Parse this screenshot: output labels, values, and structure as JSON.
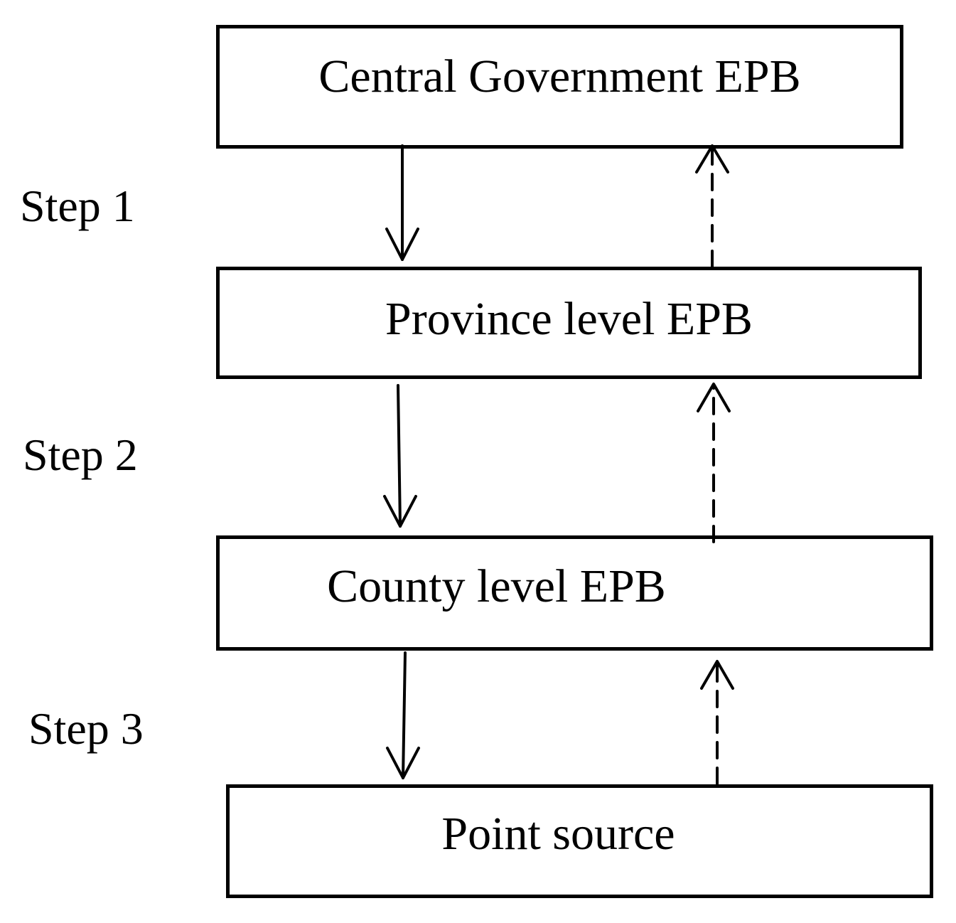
{
  "boxes": {
    "central": "Central Government EPB",
    "province": "Province level EPB",
    "county": "County level EPB",
    "point": "Point source"
  },
  "steps": {
    "step1": "Step 1",
    "step2": "Step 2",
    "step3": "Step 3"
  },
  "colors": {
    "stroke": "#000000",
    "background": "#ffffff"
  }
}
